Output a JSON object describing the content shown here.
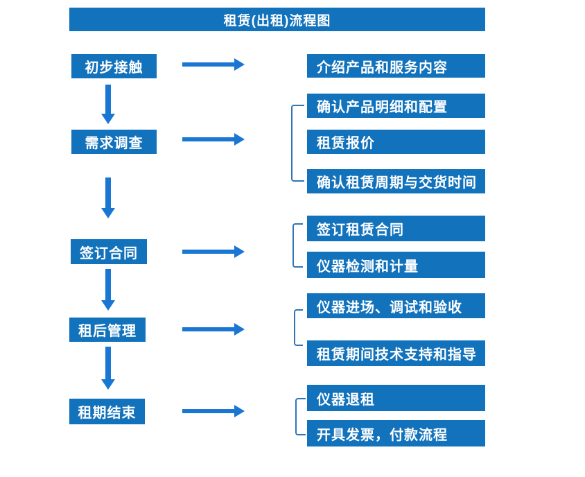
{
  "title": "租赁(出租)流程图",
  "colors": {
    "box_blue": "#1272BC",
    "arrow_blue": "#1976D2",
    "bracket_blue": "#2E75B6",
    "text": "#FFFFFF"
  },
  "steps": [
    {
      "label": "初步接触",
      "targets": [
        "介绍产品和服务内容"
      ]
    },
    {
      "label": "需求调查",
      "targets": [
        "确认产品明细和配置",
        "租赁报价",
        "确认租赁周期与交货时间"
      ]
    },
    {
      "label": "签订合同",
      "targets": [
        "签订租赁合同",
        "仪器检测和计量"
      ]
    },
    {
      "label": "租后管理",
      "targets": [
        "仪器进场、调试和验收",
        "租赁期间技术支持和指导"
      ]
    },
    {
      "label": "租期结束",
      "targets": [
        "仪器退租",
        "开具发票，付款流程"
      ]
    }
  ]
}
